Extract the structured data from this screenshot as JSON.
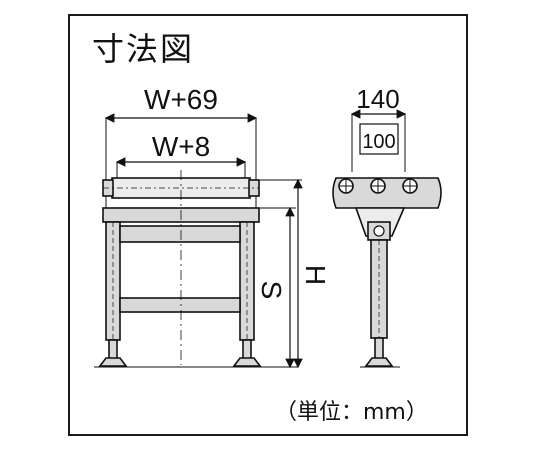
{
  "title": "寸法図",
  "unit_note": "（単位：mm）",
  "dimensions": {
    "outer_width": "W+69",
    "inner_width": "W+8",
    "side_outer": "140",
    "side_inner": "100",
    "height_s": "S",
    "height_h": "H"
  },
  "colors": {
    "line": "#111111",
    "fill": "#d9d9d9",
    "fill_light": "#ececec"
  }
}
